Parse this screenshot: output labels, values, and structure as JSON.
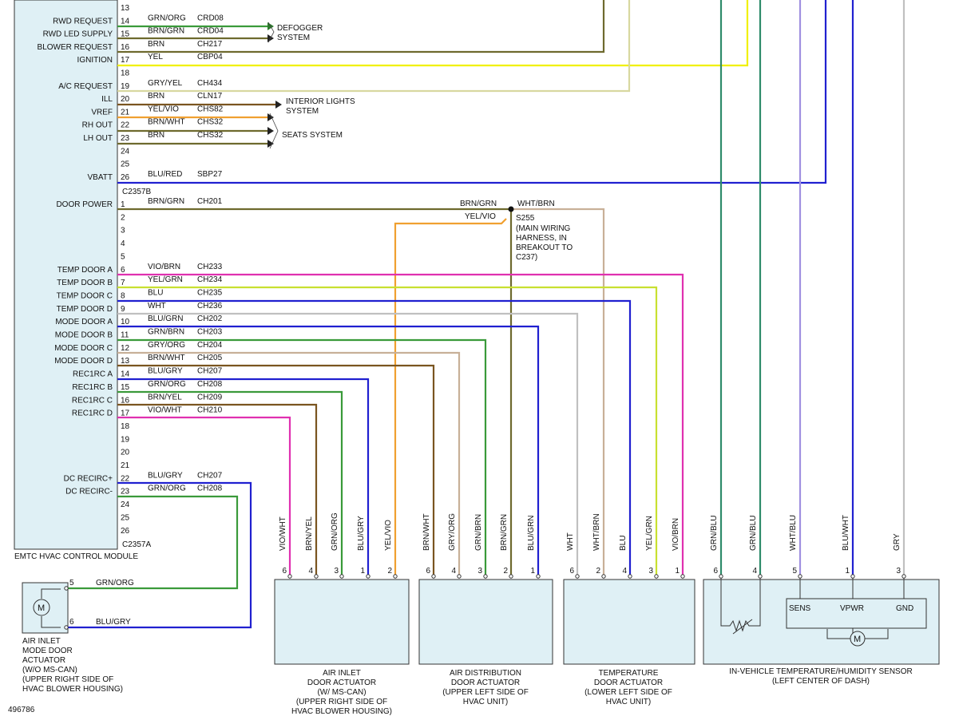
{
  "module": {
    "title": "EMTC HVAC CONTROL MODULE",
    "connector_b": "C2357B",
    "connector_a": "C2357A",
    "pins_b": [
      {
        "pin": "13",
        "label": "",
        "color": "",
        "circuit": ""
      },
      {
        "pin": "14",
        "label": "RWD REQUEST",
        "color": "GRN/ORG",
        "circuit": "CRD08"
      },
      {
        "pin": "15",
        "label": "RWD LED SUPPLY",
        "color": "BRN/GRN",
        "circuit": "CRD04"
      },
      {
        "pin": "16",
        "label": "BLOWER REQUEST",
        "color": "BRN",
        "circuit": "CH217"
      },
      {
        "pin": "17",
        "label": "IGNITION",
        "color": "YEL",
        "circuit": "CBP04"
      },
      {
        "pin": "18",
        "label": "",
        "color": "",
        "circuit": ""
      },
      {
        "pin": "19",
        "label": "A/C REQUEST",
        "color": "GRY/YEL",
        "circuit": "CH434"
      },
      {
        "pin": "20",
        "label": "ILL",
        "color": "BRN",
        "circuit": "CLN17"
      },
      {
        "pin": "21",
        "label": "VREF",
        "color": "YEL/VIO",
        "circuit": "CHS82"
      },
      {
        "pin": "22",
        "label": "RH OUT",
        "color": "BRN/WHT",
        "circuit": "CHS32"
      },
      {
        "pin": "23",
        "label": "LH OUT",
        "color": "BRN",
        "circuit": "CHS32"
      },
      {
        "pin": "24",
        "label": "",
        "color": "",
        "circuit": ""
      },
      {
        "pin": "25",
        "label": "",
        "color": "",
        "circuit": ""
      },
      {
        "pin": "26",
        "label": "VBATT",
        "color": "BLU/RED",
        "circuit": "SBP27"
      }
    ],
    "pins_a": [
      {
        "pin": "1",
        "label": "DOOR POWER",
        "color": "BRN/GRN",
        "circuit": "CH201"
      },
      {
        "pin": "2",
        "label": "",
        "color": "",
        "circuit": ""
      },
      {
        "pin": "3",
        "label": "",
        "color": "",
        "circuit": ""
      },
      {
        "pin": "4",
        "label": "",
        "color": "",
        "circuit": ""
      },
      {
        "pin": "5",
        "label": "",
        "color": "",
        "circuit": ""
      },
      {
        "pin": "6",
        "label": "TEMP DOOR A",
        "color": "VIO/BRN",
        "circuit": "CH233"
      },
      {
        "pin": "7",
        "label": "TEMP DOOR B",
        "color": "YEL/GRN",
        "circuit": "CH234"
      },
      {
        "pin": "8",
        "label": "TEMP DOOR C",
        "color": "BLU",
        "circuit": "CH235"
      },
      {
        "pin": "9",
        "label": "TEMP DOOR D",
        "color": "WHT",
        "circuit": "CH236"
      },
      {
        "pin": "10",
        "label": "MODE DOOR A",
        "color": "BLU/GRN",
        "circuit": "CH202"
      },
      {
        "pin": "11",
        "label": "MODE DOOR B",
        "color": "GRN/BRN",
        "circuit": "CH203"
      },
      {
        "pin": "12",
        "label": "MODE DOOR C",
        "color": "GRY/ORG",
        "circuit": "CH204"
      },
      {
        "pin": "13",
        "label": "MODE DOOR D",
        "color": "BRN/WHT",
        "circuit": "CH205"
      },
      {
        "pin": "14",
        "label": "REC1RC A",
        "color": "BLU/GRY",
        "circuit": "CH207"
      },
      {
        "pin": "15",
        "label": "REC1RC B",
        "color": "GRN/ORG",
        "circuit": "CH208"
      },
      {
        "pin": "16",
        "label": "REC1RC C",
        "color": "BRN/YEL",
        "circuit": "CH209"
      },
      {
        "pin": "17",
        "label": "REC1RC D",
        "color": "VIO/WHT",
        "circuit": "CH210"
      },
      {
        "pin": "18",
        "label": "",
        "color": "",
        "circuit": ""
      },
      {
        "pin": "19",
        "label": "",
        "color": "",
        "circuit": ""
      },
      {
        "pin": "20",
        "label": "",
        "color": "",
        "circuit": ""
      },
      {
        "pin": "21",
        "label": "",
        "color": "",
        "circuit": ""
      },
      {
        "pin": "22",
        "label": "DC RECIRC+",
        "color": "BLU/GRY",
        "circuit": "CH207"
      },
      {
        "pin": "23",
        "label": "DC RECIRC-",
        "color": "GRN/ORG",
        "circuit": "CH208"
      },
      {
        "pin": "24",
        "label": "",
        "color": "",
        "circuit": ""
      },
      {
        "pin": "25",
        "label": "",
        "color": "",
        "circuit": ""
      },
      {
        "pin": "26",
        "label": "",
        "color": "",
        "circuit": ""
      }
    ]
  },
  "destinations": {
    "defogger": [
      "DEFOGGER",
      "SYSTEM"
    ],
    "interior": [
      "INTERIOR LIGHTS",
      "SYSTEM"
    ],
    "seats": [
      "SEATS SYSTEM"
    ]
  },
  "splice": {
    "in_color": "BRN/GRN",
    "out_color": "WHT/BRN",
    "branch_color": "YEL/VIO",
    "name": "S255",
    "desc": [
      "(MAIN WIRING",
      "HARNESS, IN",
      "BREAKOUT TO",
      "C237)"
    ]
  },
  "components": {
    "air_inlet_mode": {
      "title": [
        "AIR INLET",
        "MODE DOOR",
        "ACTUATOR",
        "(W/O MS-CAN)",
        "(UPPER RIGHT SIDE OF",
        "HVAC BLOWER HOUSING)"
      ],
      "pins": [
        {
          "pin": "5",
          "color": "GRN/ORG"
        },
        {
          "pin": "6",
          "color": "BLU/GRY"
        }
      ],
      "motor": "M"
    },
    "air_inlet": {
      "title": [
        "AIR INLET",
        "DOOR ACTUATOR",
        "(W/ MS-CAN)",
        "(UPPER RIGHT SIDE OF",
        "HVAC BLOWER HOUSING)"
      ],
      "pins": [
        {
          "pin": "6",
          "color": "VIO/WHT"
        },
        {
          "pin": "4",
          "color": "BRN/YEL"
        },
        {
          "pin": "3",
          "color": "GRN/ORG"
        },
        {
          "pin": "1",
          "color": "BLU/GRY"
        },
        {
          "pin": "2",
          "color": "YEL/VIO"
        }
      ]
    },
    "air_dist": {
      "title": [
        "AIR DISTRIBUTION",
        "DOOR ACTUATOR",
        "(UPPER LEFT SIDE OF",
        "HVAC UNIT)"
      ],
      "pins": [
        {
          "pin": "6",
          "color": "BRN/WHT"
        },
        {
          "pin": "4",
          "color": "GRY/ORG"
        },
        {
          "pin": "3",
          "color": "GRN/BRN"
        },
        {
          "pin": "2",
          "color": "BRN/GRN"
        },
        {
          "pin": "1",
          "color": "BLU/GRN"
        }
      ]
    },
    "temp": {
      "title": [
        "TEMPERATURE",
        "DOOR ACTUATOR",
        "(LOWER LEFT SIDE OF",
        "HVAC UNIT)"
      ],
      "pins": [
        {
          "pin": "6",
          "color": "WHT"
        },
        {
          "pin": "2",
          "color": "WHT/BRN"
        },
        {
          "pin": "4",
          "color": "BLU"
        },
        {
          "pin": "3",
          "color": "YEL/GRN"
        },
        {
          "pin": "1",
          "color": "VIO/BRN"
        }
      ]
    },
    "sensor": {
      "title": [
        "IN-VEHICLE TEMPERATURE/HUMIDITY SENSOR",
        "(LEFT CENTER OF DASH)"
      ],
      "pins": [
        {
          "pin": "6",
          "color": "GRN/BLU"
        },
        {
          "pin": "4",
          "color": "GRN/BLU"
        },
        {
          "pin": "5",
          "color": "WHT/BLU"
        },
        {
          "pin": "1",
          "color": "BLU/WHT"
        },
        {
          "pin": "3",
          "color": "GRY"
        }
      ],
      "inner": [
        "SENS",
        "VPWR",
        "GND"
      ],
      "motor": "M"
    }
  },
  "diagram_id": "496786",
  "wire_colors": {
    "green": "#3a9a3a",
    "olive": "#6e6a2e",
    "brown": "#7a5520",
    "yellow": "#f0f000",
    "paleyellow": "#d8d8a0",
    "orange": "#f0a030",
    "blue": "#2020d0",
    "purple": "#a000a0",
    "magenta": "#e030b0",
    "lime": "#c8e030",
    "tan": "#c8b098",
    "silver": "#c0c0c0",
    "teal": "#2e8b6a",
    "lavender": "#a090e0"
  }
}
